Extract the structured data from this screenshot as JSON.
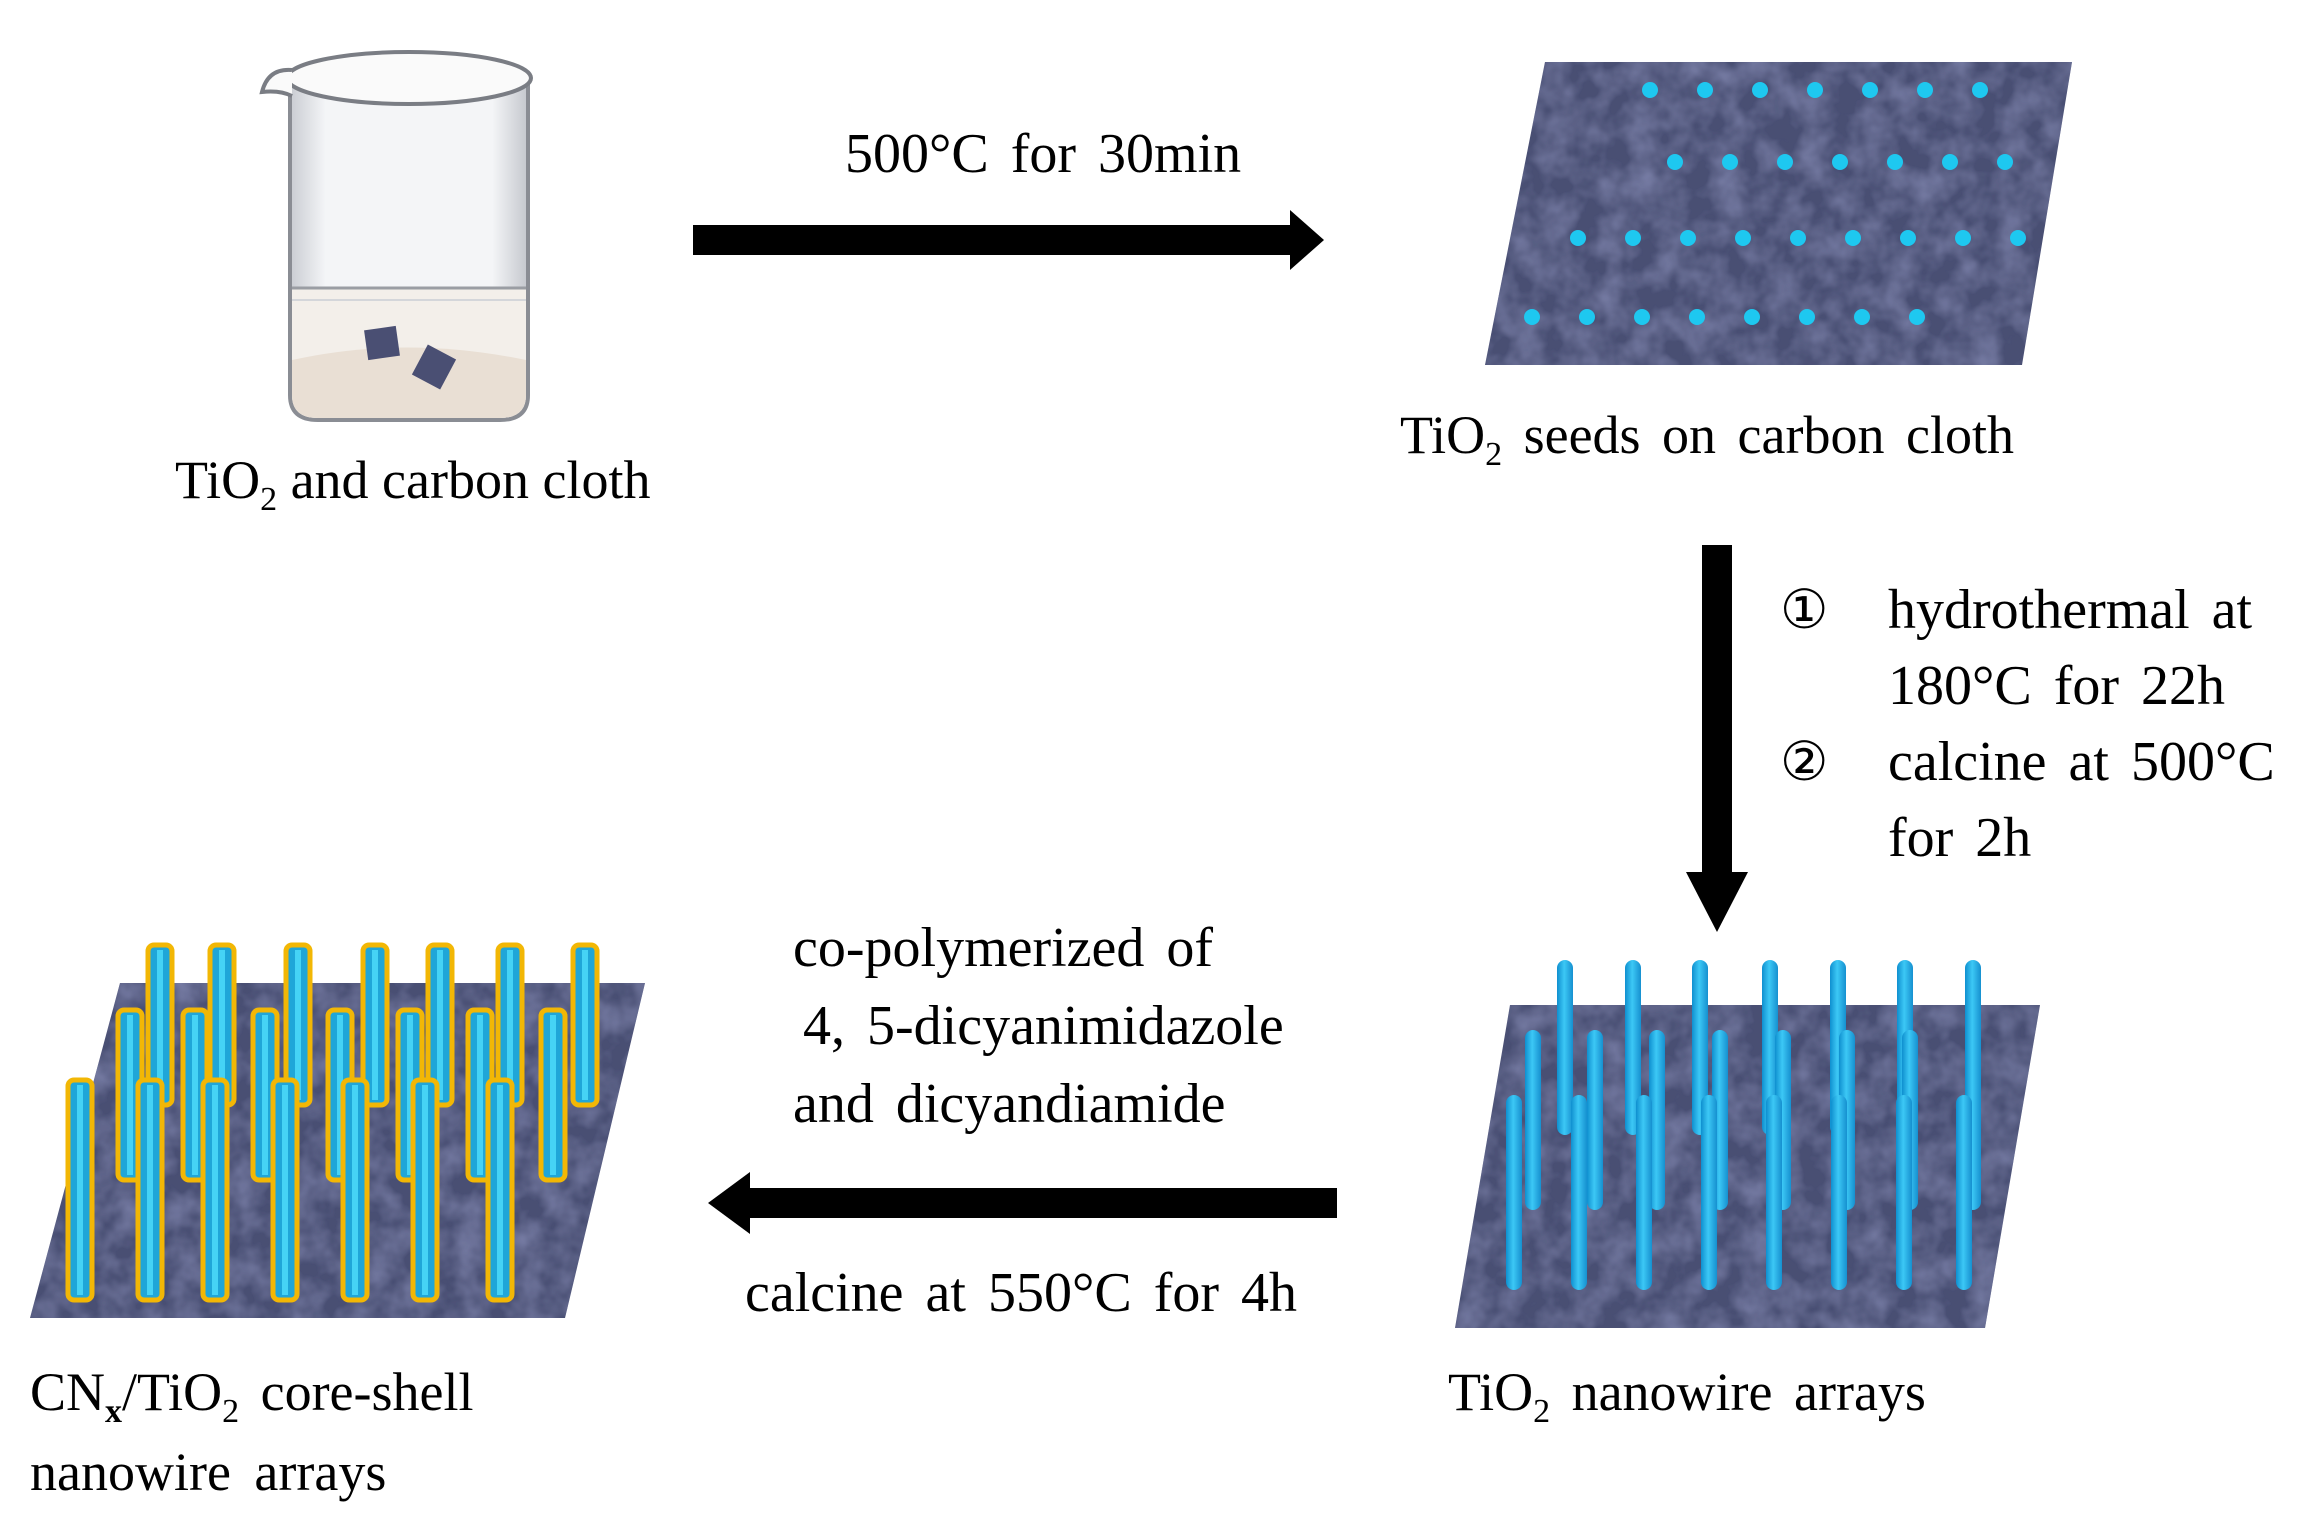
{
  "beaker": {
    "caption_a": "TiO",
    "caption_sub": "2",
    "caption_b": " and carbon cloth"
  },
  "seeds": {
    "caption_a": "TiO",
    "caption_sub": "2",
    "caption_b": " seeds on carbon cloth"
  },
  "nanowires": {
    "caption_a": "TiO",
    "caption_sub": "2",
    "caption_b": " nanowire arrays"
  },
  "coreshell": {
    "caption_a": "CN",
    "caption_sub": "x",
    "caption_b": "/TiO",
    "caption_sub2": "2",
    "caption_c": " core-shell",
    "caption_line2": "nanowire arrays"
  },
  "step1": {
    "label": "500°C for 30min"
  },
  "step2": {
    "num1": "①",
    "line1": "hydrothermal at",
    "line2": "180°C for 22h",
    "num2": "②",
    "line3": "calcine at 500°C",
    "line4": "for 2h"
  },
  "step3": {
    "line1": "co-polymerized of",
    "line2": "4, 5-dicyanimidazole",
    "line3": "and dicyandiamide",
    "line4": "calcine at 550°C for 4h"
  },
  "colors": {
    "cloth": "#4a4f73",
    "seed": "#1ec8f0",
    "wire": "#1fb0e8",
    "shell": "#f2b705",
    "arrow": "#000000"
  }
}
